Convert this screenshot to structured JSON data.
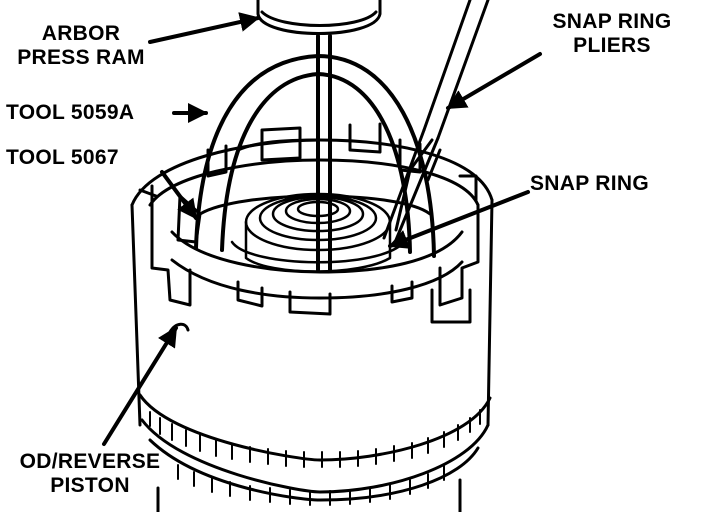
{
  "labels": {
    "arbor_press_ram": [
      "ARBOR",
      "PRESS RAM"
    ],
    "snap_ring_pliers": [
      "SNAP RING",
      "PLIERS"
    ],
    "tool_5059a": "TOOL 5059A",
    "tool_5067": "TOOL 5067",
    "snap_ring": "SNAP RING",
    "od_reverse_piston": [
      "OD/REVERSE",
      "PISTON"
    ]
  },
  "colors": {
    "ink": "#000000",
    "paper": "#ffffff"
  }
}
